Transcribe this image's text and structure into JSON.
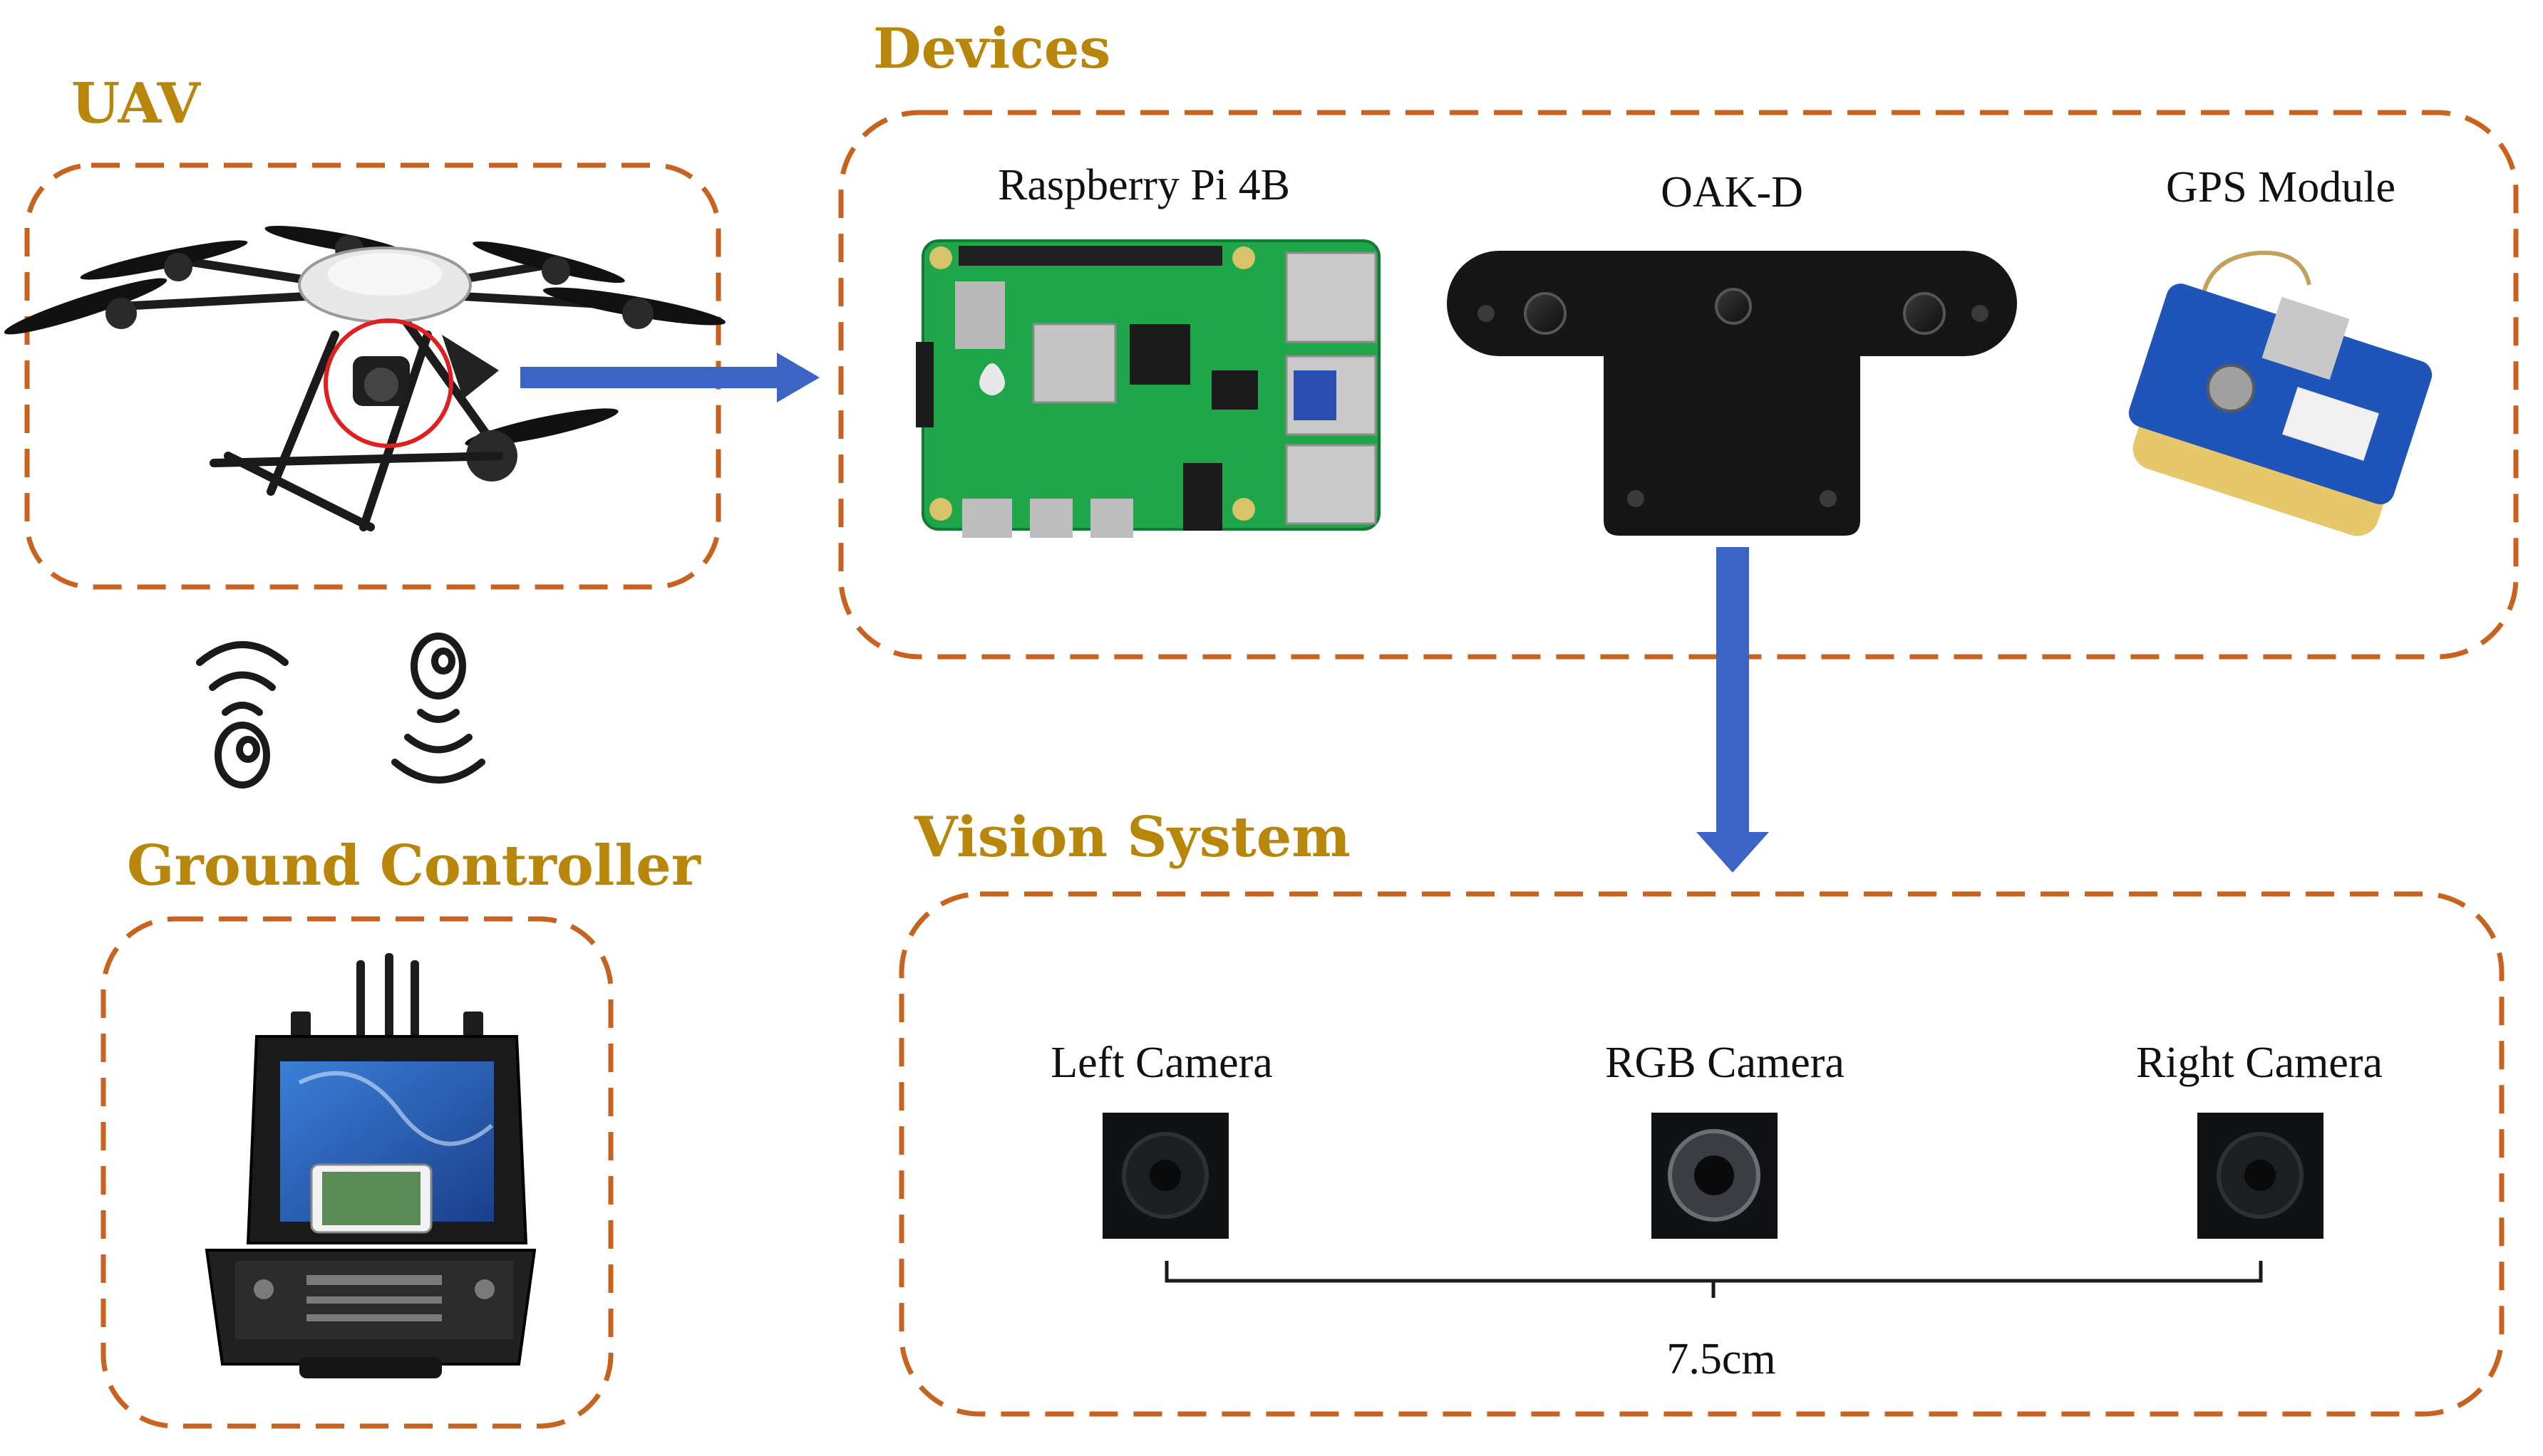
{
  "colors": {
    "heading": "#b8860b",
    "dashed_border": "#c8621f",
    "arrow": "#3b64c4",
    "highlight_circle": "#e02020"
  },
  "uav": {
    "title": "UAV",
    "image": "hexacopter-drone-photo"
  },
  "ground_controller": {
    "title": "Ground Controller",
    "image": "ground-control-station-case-photo"
  },
  "signal_icons": [
    "signal-up-icon",
    "signal-down-icon"
  ],
  "devices": {
    "title": "Devices",
    "items": [
      {
        "label": "Raspberry Pi 4B",
        "image": "raspberry-pi-board-photo"
      },
      {
        "label": "OAK-D",
        "image": "oak-d-camera-photo"
      },
      {
        "label": "GPS Module",
        "image": "gps-module-photo"
      }
    ]
  },
  "vision_system": {
    "title": "Vision System",
    "cameras": [
      {
        "label": "Left Camera"
      },
      {
        "label": "RGB Camera"
      },
      {
        "label": "Right Camera"
      }
    ],
    "baseline": "7.5cm"
  }
}
